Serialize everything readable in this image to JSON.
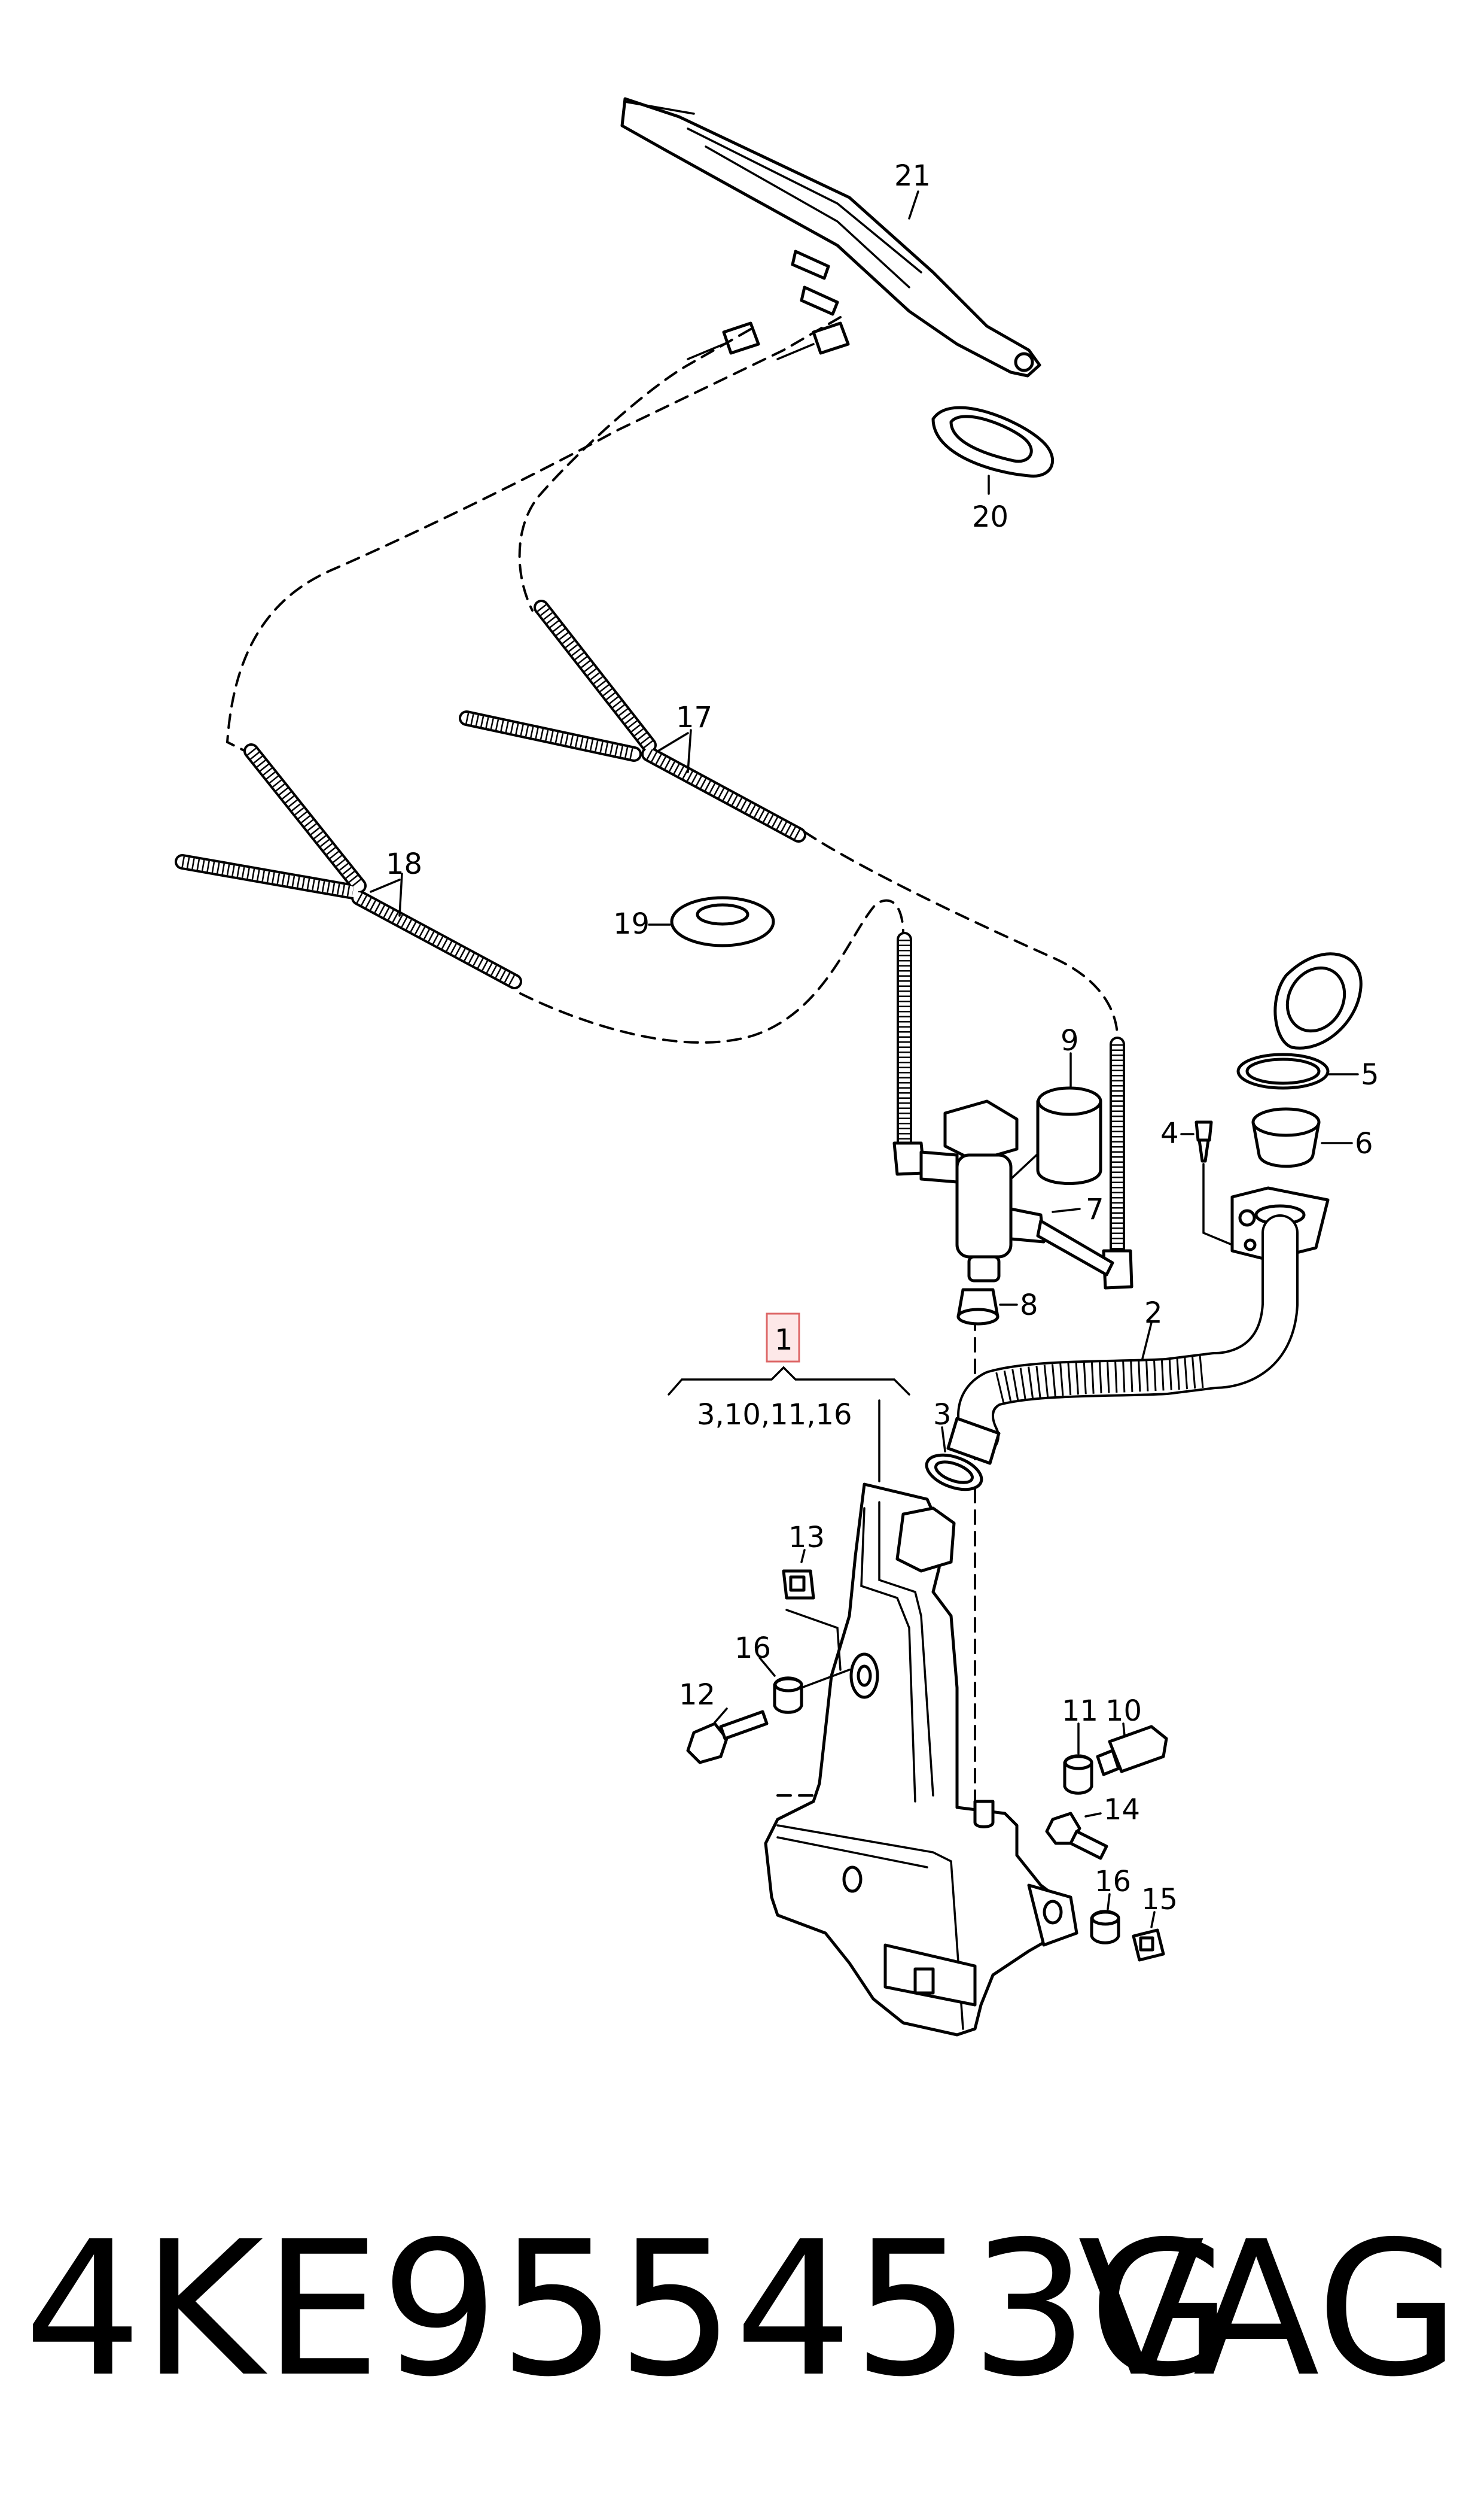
{
  "callouts": {
    "c1": "1",
    "c1_group": "3,10,11,16",
    "c2": "2",
    "c3": "3",
    "c4": "4",
    "c5": "5",
    "c6": "6",
    "c7": "7",
    "c8": "8",
    "c9": "9",
    "c10": "10",
    "c11": "11",
    "c12": "12",
    "c13": "13",
    "c14": "14",
    "c15": "15",
    "c16a": "16",
    "c16b": "16",
    "c17": "17",
    "c18": "18",
    "c19": "19",
    "c20": "20",
    "c21": "21"
  },
  "footer": {
    "part_number": "4KE955453G",
    "brand": "VAG"
  },
  "colors": {
    "line": "#000000",
    "highlight_fill": "#fde8e8",
    "highlight_stroke": "#dd6666"
  }
}
